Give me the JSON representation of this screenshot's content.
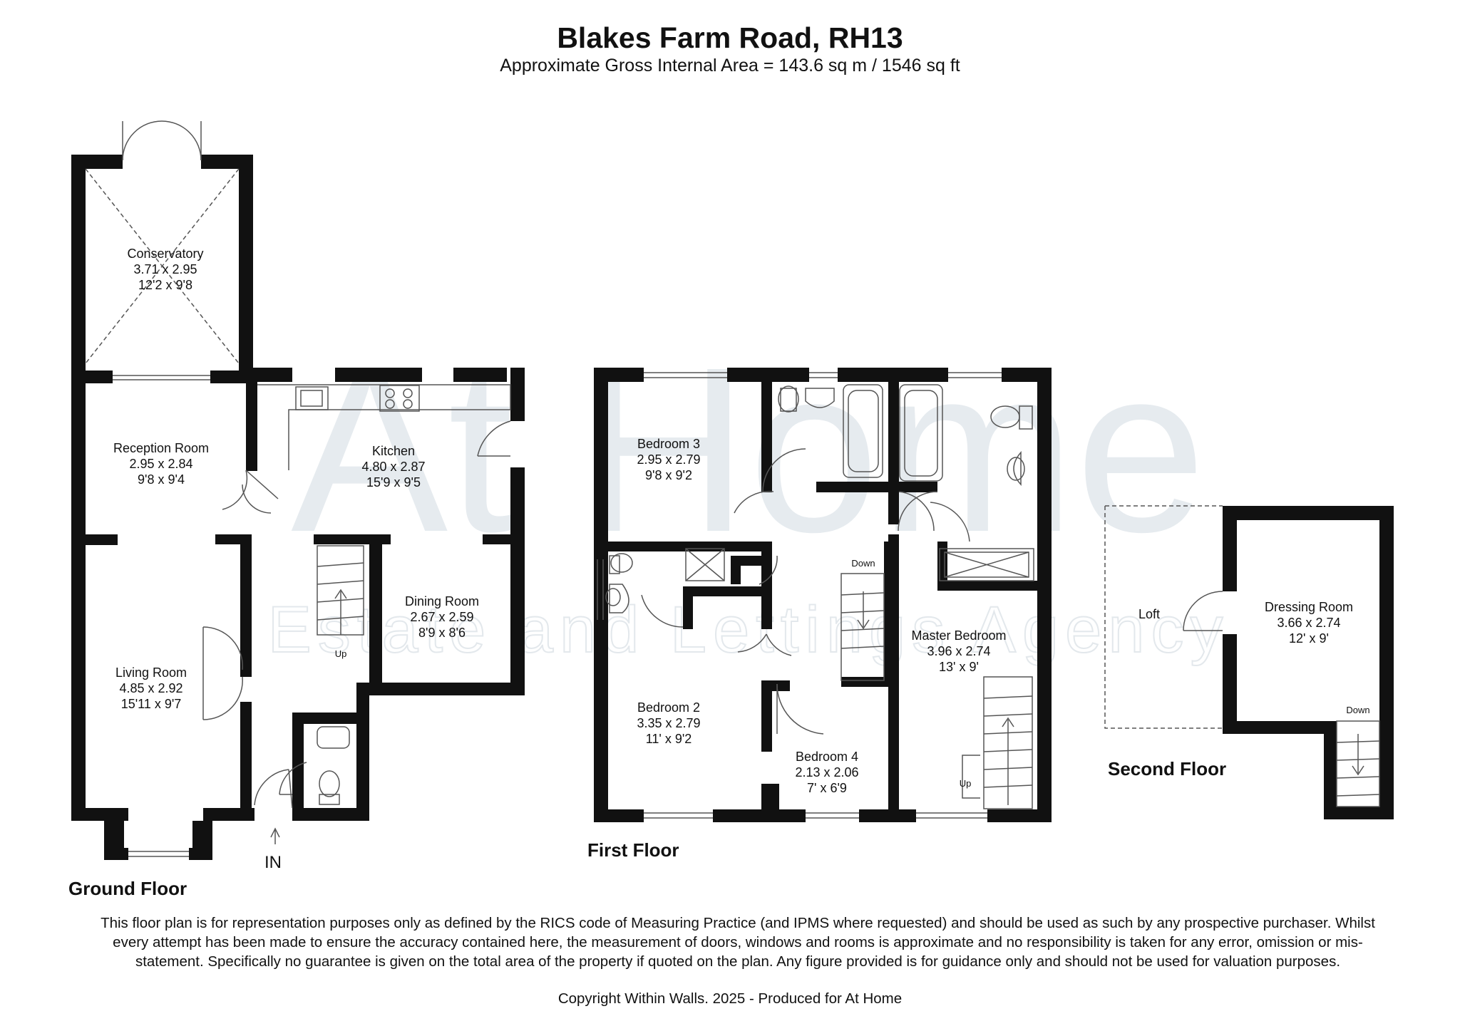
{
  "header": {
    "title": "Blakes Farm Road, RH13",
    "subtitle": "Approximate Gross Internal Area = 143.6 sq m / 1546 sq ft"
  },
  "watermark": {
    "brand": "At Home",
    "tagline": "Estate and Lettings Agency"
  },
  "floors": {
    "ground": "Ground Floor",
    "first": "First Floor",
    "second": "Second Floor"
  },
  "rooms": {
    "conservatory": {
      "name": "Conservatory",
      "metric": "3.71 x 2.95",
      "imperial": "12'2 x 9'8"
    },
    "reception": {
      "name": "Reception Room",
      "metric": "2.95 x 2.84",
      "imperial": "9'8 x 9'4"
    },
    "kitchen": {
      "name": "Kitchen",
      "metric": "4.80 x 2.87",
      "imperial": "15'9 x 9'5"
    },
    "dining": {
      "name": "Dining Room",
      "metric": "2.67 x 2.59",
      "imperial": "8'9 x 8'6"
    },
    "living": {
      "name": "Living Room",
      "metric": "4.85 x 2.92",
      "imperial": "15'11 x 9'7"
    },
    "bedroom3": {
      "name": "Bedroom 3",
      "metric": "2.95 x 2.79",
      "imperial": "9'8 x 9'2"
    },
    "bedroom2": {
      "name": "Bedroom 2",
      "metric": "3.35 x 2.79",
      "imperial": "11' x 9'2"
    },
    "bedroom4": {
      "name": "Bedroom 4",
      "metric": "2.13 x 2.06",
      "imperial": "7' x 6'9"
    },
    "master": {
      "name": "Master Bedroom",
      "metric": "3.96 x 2.74",
      "imperial": "13' x 9'"
    },
    "dressing": {
      "name": "Dressing Room",
      "metric": "3.66 x 2.74",
      "imperial": "12' x 9'"
    },
    "loft": {
      "name": "Loft"
    }
  },
  "stair_labels": {
    "ground_up": "Up",
    "first_down": "Down",
    "first_up": "Up",
    "second_down": "Down"
  },
  "entrance": "IN",
  "footer": {
    "disclaimer": "This floor plan is for representation purposes only as defined by the RICS code of Measuring Practice (and IPMS where requested) and should be used as such by any prospective purchaser. Whilst every attempt has been made to ensure the accuracy contained here, the measurement of doors, windows and rooms is approximate and no responsibility is taken for any error, omission or mis-statement. Specifically no guarantee is given on the total area of the property if quoted on the plan. Any figure provided is for guidance only and should not be used for valuation purposes.",
    "copyright": "Copyright Within Walls. 2025 - Produced for At Home"
  },
  "colors": {
    "wall": "#111111",
    "watermark": "#e6ebef",
    "fixture_line": "#555555"
  }
}
